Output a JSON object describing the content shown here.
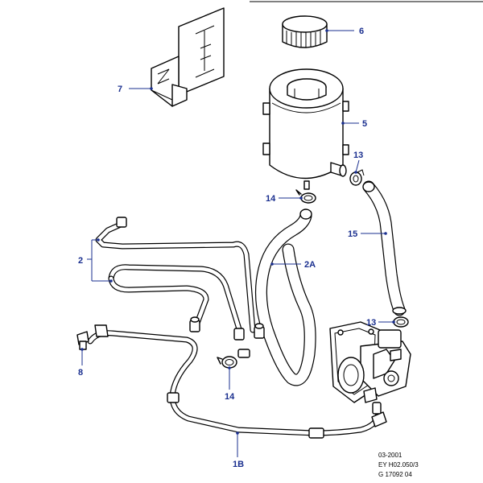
{
  "callouts": {
    "c6": "6",
    "c7": "7",
    "c5": "5",
    "c13a": "13",
    "c14a": "14",
    "c15": "15",
    "c2": "2",
    "c2A": "2A",
    "c13b": "13",
    "c8": "8",
    "c14b": "14",
    "c1B": "1B"
  },
  "reference": {
    "date": "03-2001",
    "code": "EY H02.050/3",
    "figure": "G 17092 04"
  },
  "colors": {
    "callout": "#1a2f8f",
    "line": "#000000"
  }
}
